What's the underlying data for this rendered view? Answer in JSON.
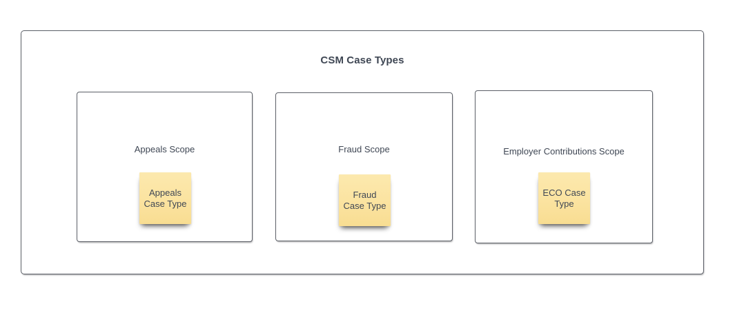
{
  "diagram": {
    "title": "CSM Case Types",
    "groups": [
      {
        "label": "Appeals Scope",
        "note": "Appeals Case Type"
      },
      {
        "label": "Fraud Scope",
        "note": "Fraud Case Type"
      },
      {
        "label": "Employer Contributions Scope",
        "note": "ECO Case Type"
      }
    ],
    "colors": {
      "background": "#FFFFFF",
      "shape_border": "#5A5E66",
      "text": "#3F4754",
      "note_fill": "#FBE3A0",
      "note_fill_light": "#FCE9AE",
      "note_fill_dark": "#F8DD92"
    }
  }
}
